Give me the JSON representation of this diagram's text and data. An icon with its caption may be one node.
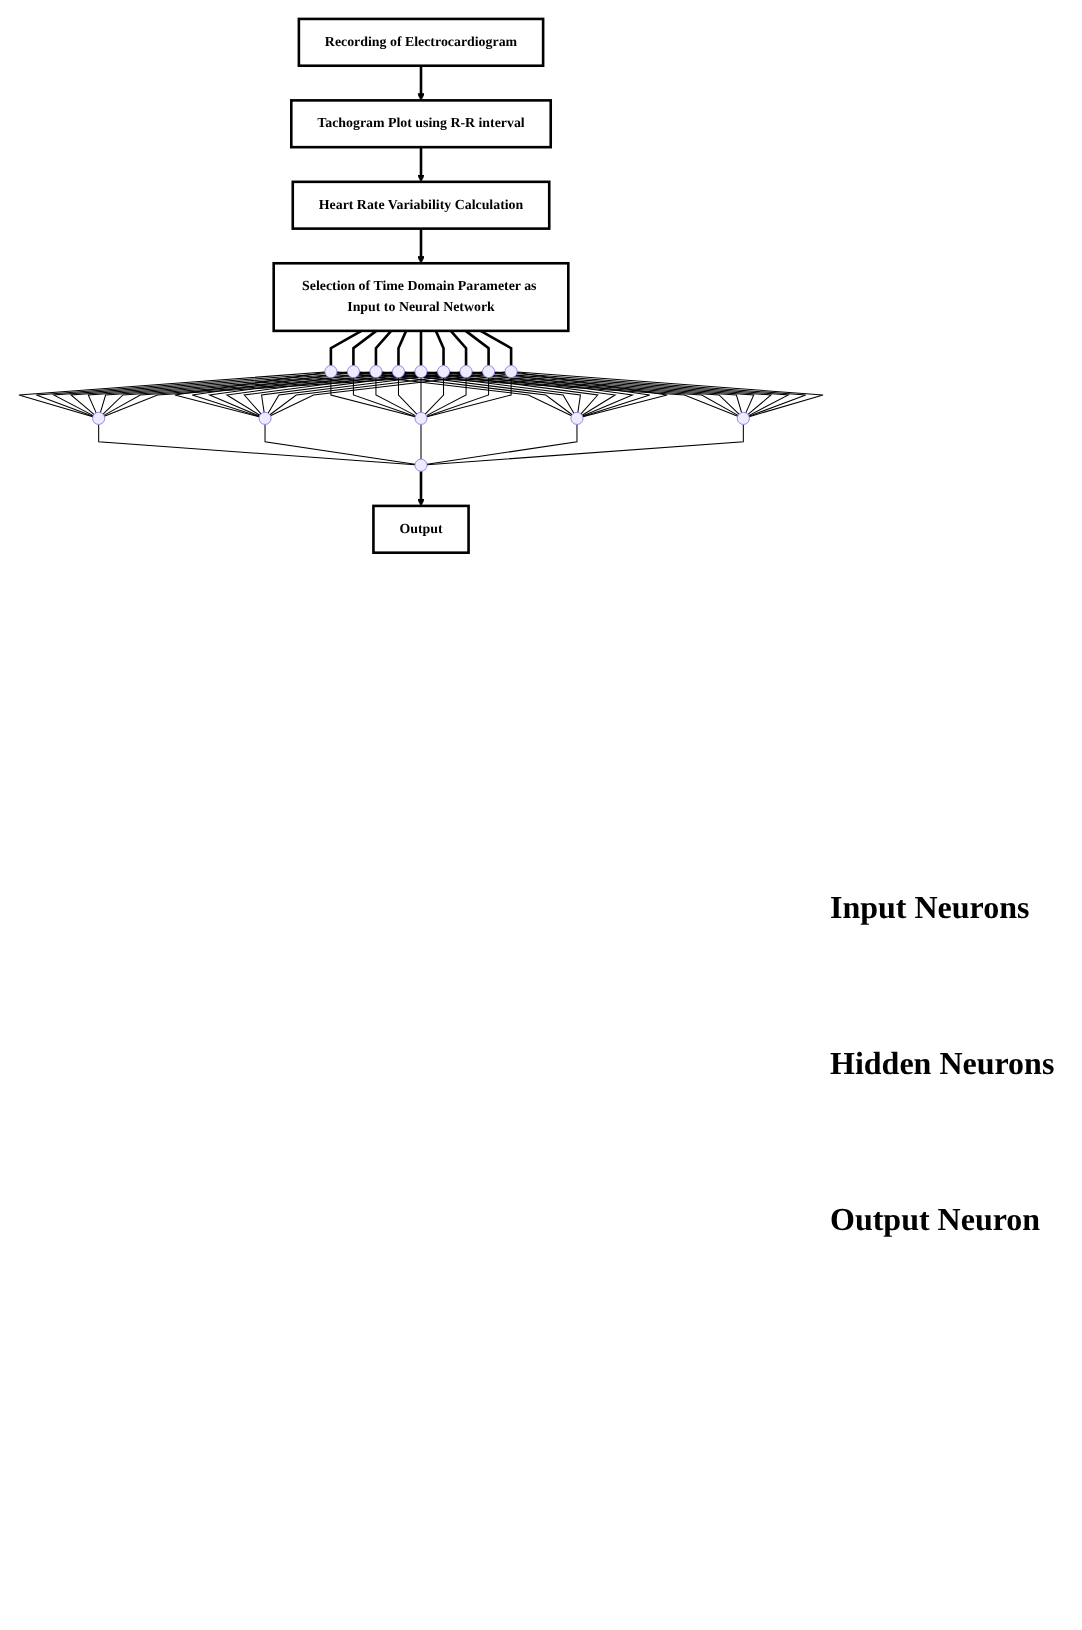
{
  "diagram": {
    "nodes": [
      {
        "text": [
          "Recording of Electrocardiogram"
        ]
      },
      {
        "text": [
          "Tachogram Plot using R-R interval"
        ]
      },
      {
        "text": [
          "Heart Rate Variability Calculation"
        ]
      },
      {
        "text": [
          "Selection of Time Domain Parameter as Input to Neural Network"
        ]
      },
      {
        "text": [],
        "shape": "circle"
      },
      {
        "text": [],
        "shape": "circle"
      },
      {
        "text": [],
        "shape": "circle"
      },
      {
        "text": [],
        "shape": "circle"
      },
      {
        "text": [],
        "shape": "circle"
      },
      {
        "text": [],
        "shape": "circle"
      },
      {
        "text": [],
        "shape": "circle"
      },
      {
        "text": [],
        "shape": "circle"
      },
      {
        "text": [],
        "shape": "circle"
      },
      {
        "text": [],
        "shape": "circle"
      },
      {
        "text": [],
        "shape": "circle"
      },
      {
        "text": [],
        "shape": "circle"
      },
      {
        "text": [],
        "shape": "circle"
      },
      {
        "text": [],
        "shape": "circle"
      },
      {
        "text": [],
        "shape": "circle"
      },
      {
        "text": [
          "Output"
        ]
      }
    ],
    "edges": [
      {
        "from": 0,
        "to": 1,
        "arrow": "to"
      },
      {
        "from": 1,
        "to": 2,
        "arrow": "to"
      },
      {
        "from": 2,
        "to": 3,
        "arrow": "to"
      },
      {
        "from": 3,
        "to": 4,
        "arrow": "none"
      },
      {
        "from": 3,
        "to": 5,
        "arrow": "none"
      },
      {
        "from": 3,
        "to": 6,
        "arrow": "none"
      },
      {
        "from": 3,
        "to": 7,
        "arrow": "none"
      },
      {
        "from": 3,
        "to": 8,
        "arrow": "none"
      },
      {
        "from": 3,
        "to": 9,
        "arrow": "none"
      },
      {
        "from": 3,
        "to": 10,
        "arrow": "none"
      },
      {
        "from": 3,
        "to": 11,
        "arrow": "none"
      },
      {
        "from": 3,
        "to": 12,
        "arrow": "none"
      },
      {
        "from": 4,
        "to": 13,
        "arrow": "none"
      },
      {
        "from": 4,
        "to": 14,
        "arrow": "none"
      },
      {
        "from": 4,
        "to": 15,
        "arrow": "none"
      },
      {
        "from": 4,
        "to": 16,
        "arrow": "none"
      },
      {
        "from": 4,
        "to": 17,
        "arrow": "none"
      },
      {
        "from": 5,
        "to": 13,
        "arrow": "none"
      },
      {
        "from": 5,
        "to": 14,
        "arrow": "none"
      },
      {
        "from": 5,
        "to": 15,
        "arrow": "none"
      },
      {
        "from": 5,
        "to": 16,
        "arrow": "none"
      },
      {
        "from": 5,
        "to": 17,
        "arrow": "none"
      },
      {
        "from": 6,
        "to": 13,
        "arrow": "none"
      },
      {
        "from": 6,
        "to": 14,
        "arrow": "none"
      },
      {
        "from": 6,
        "to": 15,
        "arrow": "none"
      },
      {
        "from": 6,
        "to": 16,
        "arrow": "none"
      },
      {
        "from": 6,
        "to": 17,
        "arrow": "none"
      },
      {
        "from": 7,
        "to": 13,
        "arrow": "none"
      },
      {
        "from": 7,
        "to": 14,
        "arrow": "none"
      },
      {
        "from": 7,
        "to": 15,
        "arrow": "none"
      },
      {
        "from": 7,
        "to": 16,
        "arrow": "none"
      },
      {
        "from": 7,
        "to": 17,
        "arrow": "none"
      },
      {
        "from": 8,
        "to": 13,
        "arrow": "none"
      },
      {
        "from": 8,
        "to": 14,
        "arrow": "none"
      },
      {
        "from": 8,
        "to": 15,
        "arrow": "none"
      },
      {
        "from": 8,
        "to": 16,
        "arrow": "none"
      },
      {
        "from": 8,
        "to": 17,
        "arrow": "none"
      },
      {
        "from": 9,
        "to": 13,
        "arrow": "none"
      },
      {
        "from": 9,
        "to": 14,
        "arrow": "none"
      },
      {
        "from": 9,
        "to": 15,
        "arrow": "none"
      },
      {
        "from": 9,
        "to": 16,
        "arrow": "none"
      },
      {
        "from": 9,
        "to": 17,
        "arrow": "none"
      },
      {
        "from": 10,
        "to": 13,
        "arrow": "none"
      },
      {
        "from": 10,
        "to": 14,
        "arrow": "none"
      },
      {
        "from": 10,
        "to": 15,
        "arrow": "none"
      },
      {
        "from": 10,
        "to": 16,
        "arrow": "none"
      },
      {
        "from": 10,
        "to": 17,
        "arrow": "none"
      },
      {
        "from": 11,
        "to": 13,
        "arrow": "none"
      },
      {
        "from": 11,
        "to": 14,
        "arrow": "none"
      },
      {
        "from": 11,
        "to": 15,
        "arrow": "none"
      },
      {
        "from": 11,
        "to": 16,
        "arrow": "none"
      },
      {
        "from": 11,
        "to": 17,
        "arrow": "none"
      },
      {
        "from": 12,
        "to": 13,
        "arrow": "none"
      },
      {
        "from": 12,
        "to": 14,
        "arrow": "none"
      },
      {
        "from": 12,
        "to": 15,
        "arrow": "none"
      },
      {
        "from": 12,
        "to": 16,
        "arrow": "none"
      },
      {
        "from": 12,
        "to": 17,
        "arrow": "none"
      },
      {
        "from": 13,
        "to": 18,
        "arrow": "none"
      },
      {
        "from": 14,
        "to": 18,
        "arrow": "none"
      },
      {
        "from": 15,
        "to": 18,
        "arrow": "none"
      },
      {
        "from": 16,
        "to": 18,
        "arrow": "none"
      },
      {
        "from": 17,
        "to": 18,
        "arrow": "none"
      },
      {
        "from": 18,
        "to": 19,
        "arrow": "to"
      }
    ],
    "labels": [
      "Input Neurons",
      "Hidden Neurons",
      "Output Neuron"
    ]
  }
}
